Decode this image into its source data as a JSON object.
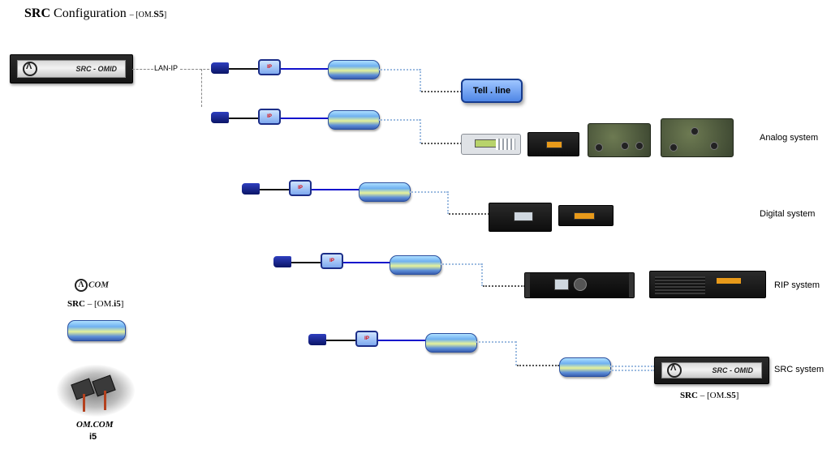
{
  "title": {
    "main_bold": "SRC",
    "main": "Configuration",
    "sub_prefix": "– [OM.",
    "sub_bold": "S5",
    "sub_suffix": "]"
  },
  "master_unit": {
    "label": "SRC - OMID"
  },
  "lan_label": "LAN-IP",
  "ip_label": "IP",
  "tell_line": {
    "label": "Tell . line"
  },
  "systems": {
    "analog": "Analog system",
    "digital": "Digital system",
    "rip": "RIP system",
    "src": "SRC system"
  },
  "remote_unit": {
    "label": "SRC - OMID",
    "caption_bold": "SRC",
    "caption_prefix": "– [OM.",
    "caption_bold2": "S5",
    "caption_suffix": "]"
  },
  "left_panel": {
    "logo_text": "COM",
    "caption_bold": "SRC",
    "caption_prefix": "– [OM.",
    "caption_bold2": "i5",
    "caption_suffix": "]",
    "photo_caption": "OM.COM",
    "photo_caption2": "i5"
  },
  "colors": {
    "link_blue": "#1111cc",
    "ip_box": "#1c2e88",
    "dotted_light": "#9cbbe0"
  },
  "icons": [
    "om-logo-icon",
    "ip-connector-icon",
    "radio-modem-icon",
    "rack-unit-icon"
  ]
}
